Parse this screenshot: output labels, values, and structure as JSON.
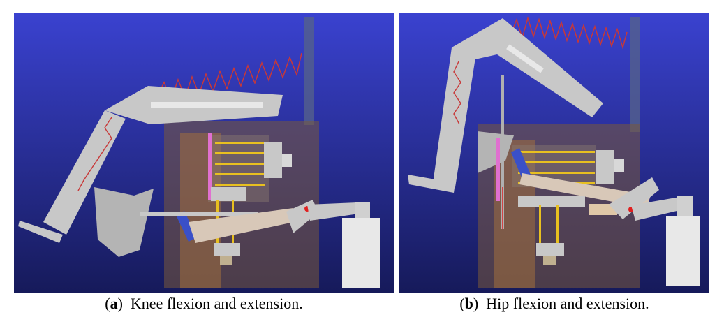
{
  "figure": {
    "panels": [
      {
        "id": "a",
        "label": "a",
        "caption": "Knee flexion and extension."
      },
      {
        "id": "b",
        "label": "b",
        "caption": "Hip flexion and extension."
      }
    ]
  },
  "colors": {
    "background_top": "#3a42d0",
    "background_bottom": "#161a5a",
    "frame": "#c8c8c8",
    "housing": "#7a5a3a",
    "rod": "#e8c020",
    "spring": "#c83838",
    "actuator": "#3a50c8",
    "marker": "#e02020"
  }
}
